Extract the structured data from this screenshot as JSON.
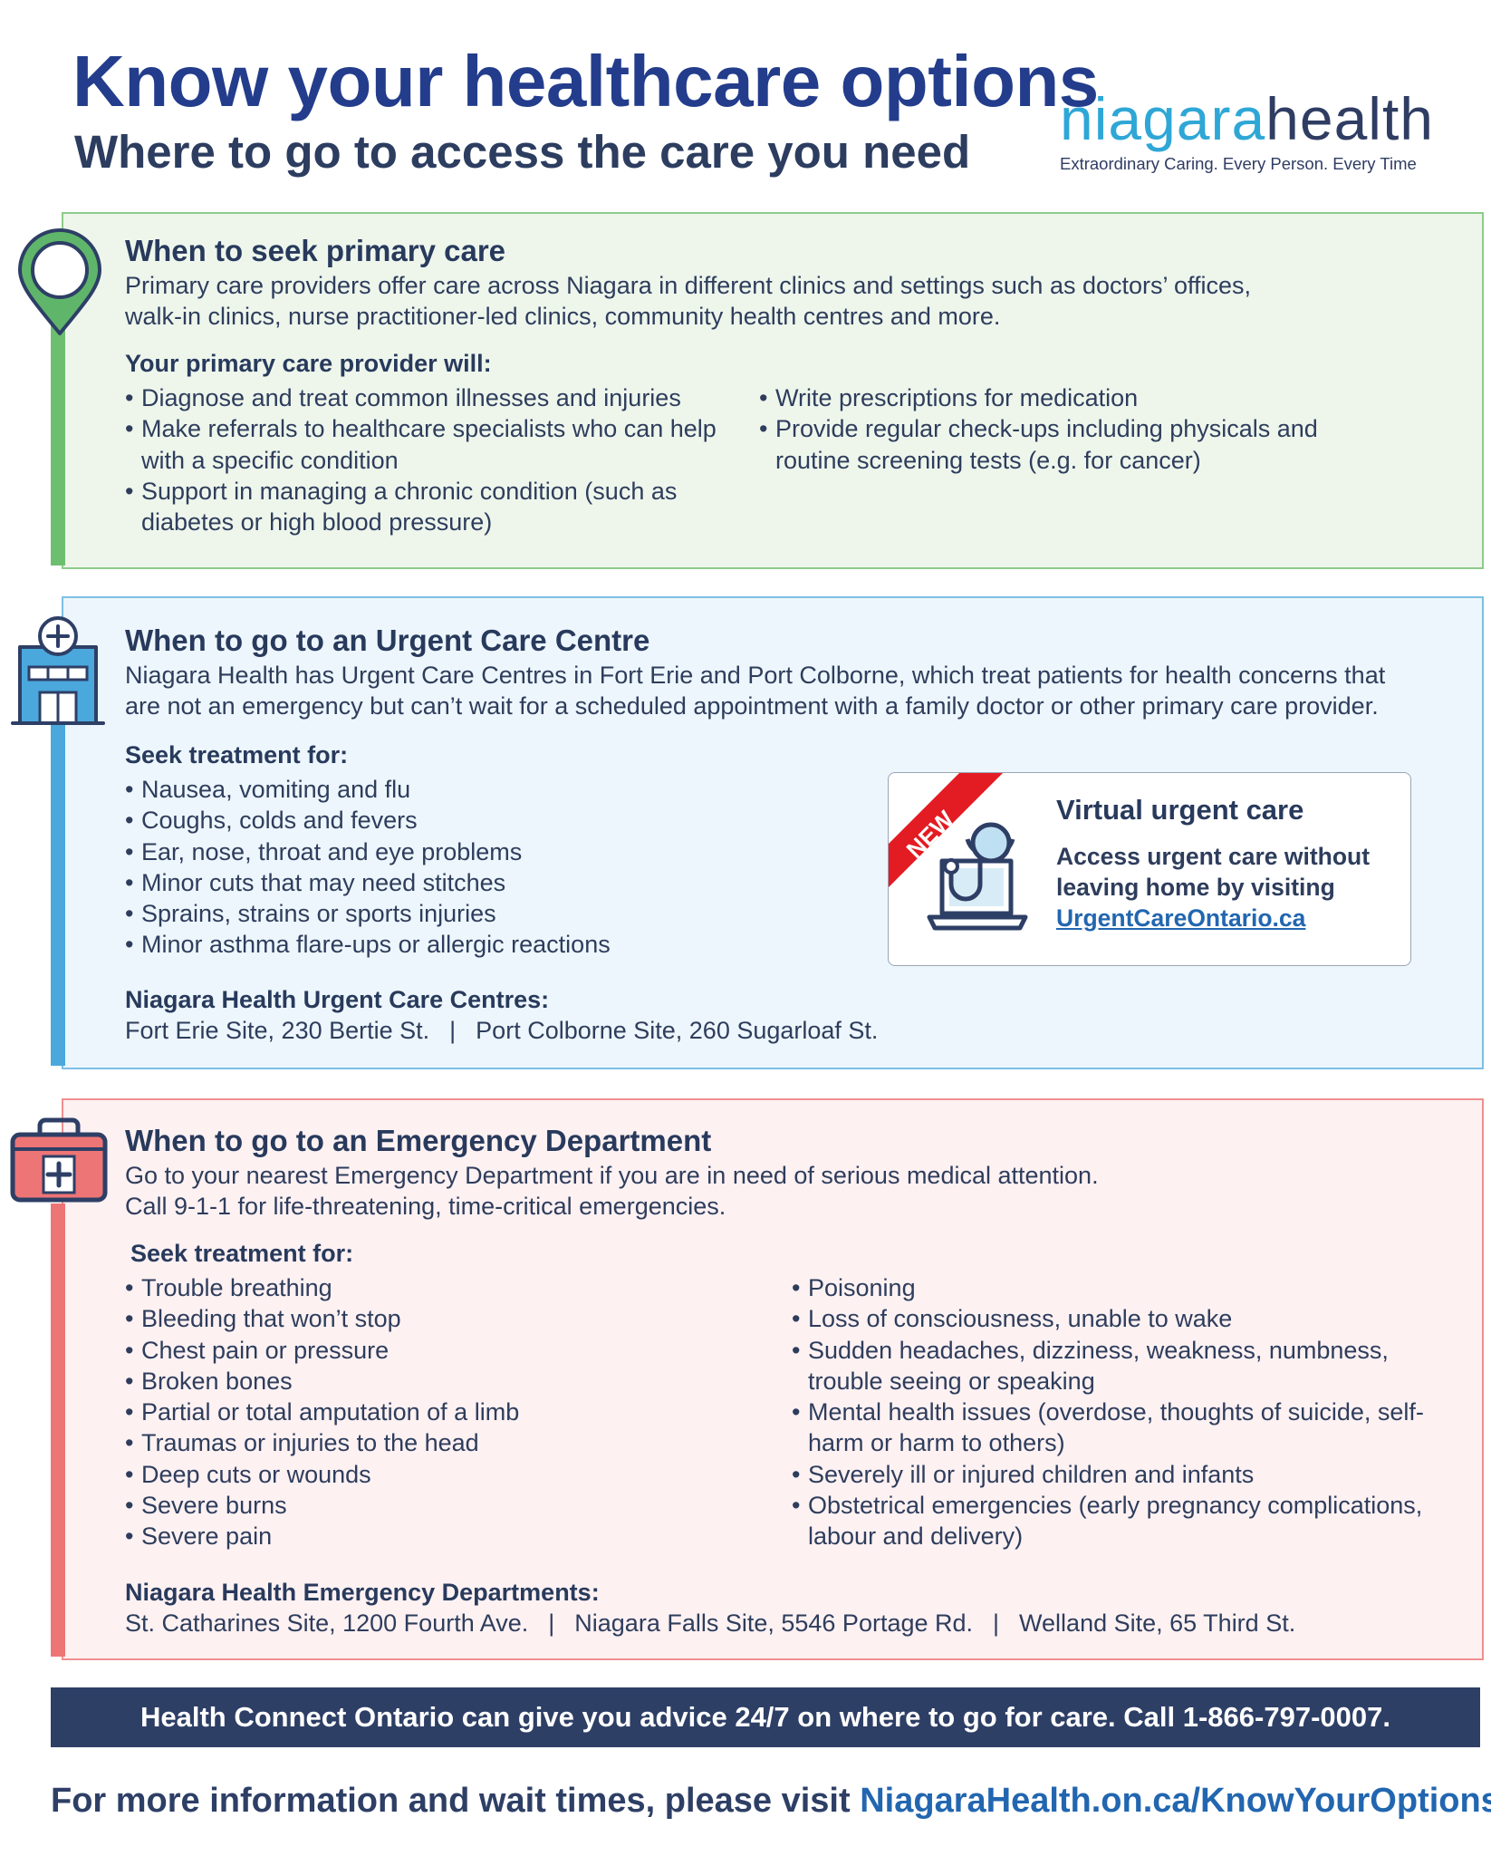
{
  "header": {
    "title": "Know your healthcare options",
    "subtitle": "Where to go to access the care you need",
    "logo": {
      "word_part1": "niagara",
      "word_part2": "health",
      "tagline": "Extraordinary Caring. Every Person. Every Time"
    }
  },
  "colors": {
    "primary": "#6dbf70",
    "urgent": "#4aa8dd",
    "emergency": "#ee7575",
    "navy": "#2e3f66",
    "title_blue": "#233d8c"
  },
  "primary": {
    "title": "When to seek primary care",
    "intro": [
      "Primary care providers offer care across Niagara in different clinics and settings such as doctors’ offices,",
      "walk-in clinics, nurse practitioner-led clinics, community health centres and more."
    ],
    "subhead": "Your primary care provider will:",
    "col1": [
      "Diagnose and treat common illnesses and injuries",
      "Make referrals to healthcare specialists who can help with a specific condition",
      "Support in managing a chronic condition (such as diabetes or high blood pressure)"
    ],
    "col2": [
      "Write prescriptions for medication",
      "Provide regular check-ups including physicals and routine screening tests (e.g. for cancer)"
    ]
  },
  "urgent": {
    "title": "When to go to an Urgent Care Centre",
    "intro": [
      "Niagara Health has Urgent Care Centres in Fort Erie and Port Colborne, which treat patients for health concerns that",
      "are not an emergency but can’t wait for a scheduled appointment with a family doctor or other primary care provider."
    ],
    "subhead": "Seek treatment for:",
    "items": [
      "Nausea, vomiting and flu",
      "Coughs, colds and fevers",
      "Ear, nose, throat and eye problems",
      "Minor cuts that may need stitches",
      "Sprains, strains or sports injuries",
      "Minor asthma flare-ups or allergic reactions"
    ],
    "centres_head": "Niagara Health Urgent Care Centres:",
    "centres": [
      "Fort Erie Site, 230 Bertie St.",
      "Port Colborne Site, 260 Sugarloaf St."
    ],
    "separator": "|",
    "virtual": {
      "badge": "NEW",
      "title": "Virtual urgent care",
      "line1": "Access urgent care without",
      "line2": "leaving home by visiting",
      "link": "UrgentCareOntario.ca"
    }
  },
  "emergency": {
    "title": "When to go to an Emergency Department",
    "intro": [
      "Go to your nearest Emergency Department if you are in need of serious medical attention.",
      "Call 9-1-1 for life-threatening, time-critical emergencies."
    ],
    "subhead": "Seek treatment for:",
    "col1": [
      "Trouble breathing",
      "Bleeding that won’t stop",
      "Chest pain or pressure",
      "Broken bones",
      "Partial or total amputation of a limb",
      "Traumas or injuries to the head",
      "Deep cuts or wounds",
      "Severe burns",
      "Severe pain"
    ],
    "col2": [
      "Poisoning",
      "Loss of consciousness, unable to wake",
      "Sudden headaches, dizziness, weakness, numbness, trouble seeing or speaking",
      "Mental health issues (overdose, thoughts of suicide, self-harm or harm to others)",
      "Severely ill or injured children and infants",
      "Obstetrical emergencies (early pregnancy complications, labour and delivery)"
    ],
    "depts_head": "Niagara Health Emergency Departments:",
    "depts": [
      "St. Catharines Site, 1200 Fourth Ave.",
      "Niagara Falls Site, 5546 Portage Rd.",
      "Welland Site, 65 Third St."
    ],
    "separator": "|"
  },
  "banner": "Health Connect Ontario can give you advice 24/7 on where to go for care. Call 1-866-797-0007.",
  "footer": {
    "text": "For more information and wait times, please visit ",
    "link": "NiagaraHealth.on.ca/KnowYourOptions"
  }
}
